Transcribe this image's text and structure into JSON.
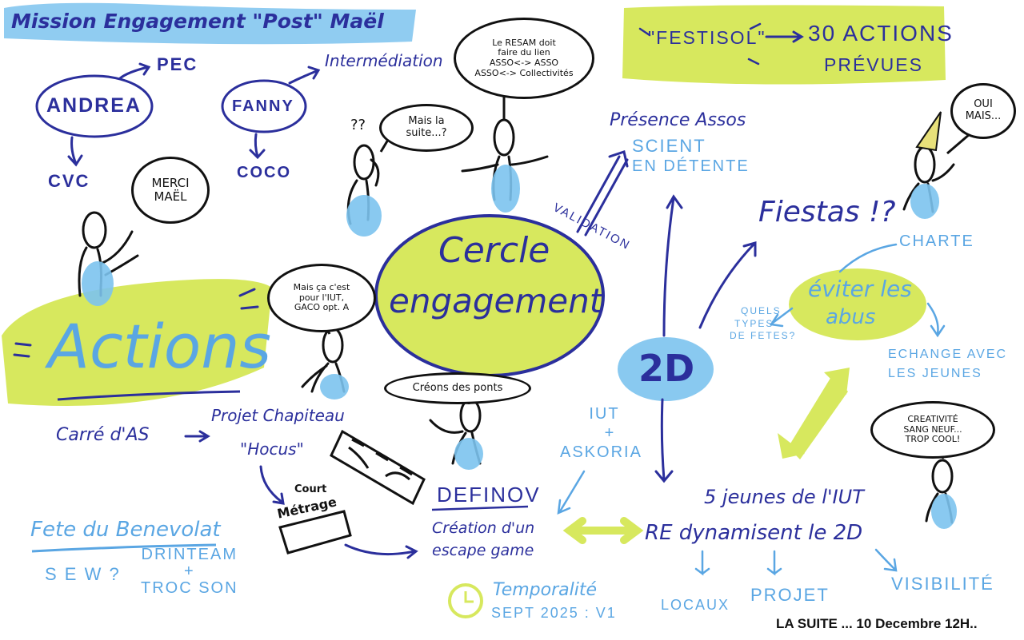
{
  "title": "Mission Engagement \"Post\" Maël",
  "people": {
    "andrea": "ANDREA",
    "andrea_up": "PEC",
    "andrea_down": "CVC",
    "fanny": "FANNY",
    "fanny_up": "Intermédiation",
    "fanny_down": "COCO"
  },
  "bubbles": {
    "merci": [
      "MERCI",
      "MAËL"
    ],
    "resam": [
      "Le RESAM doit",
      "faire du lien",
      "ASSO<-> ASSO",
      "ASSO<-> Collectivités"
    ],
    "suite": [
      "Mais la",
      "suite...?"
    ],
    "iut": [
      "Mais ça c'est",
      "pour l'IUT,",
      "GACO opt. A"
    ],
    "ponts": "Créons des ponts",
    "oui": [
      "OUI",
      "MAIS..."
    ],
    "creativite": [
      "CREATIVITÉ",
      "SANG NEUF...",
      "TROP COOL!"
    ]
  },
  "question_marks": "??",
  "festisol": {
    "label": "\"FESTISOL\"",
    "result_line1": "30 ACTIONS",
    "result_line2": "PRÉVUES"
  },
  "center": {
    "line1": "Cercle",
    "line2": "engagement"
  },
  "validation": "VALIDATION",
  "presence": {
    "line1": "Présence Assos",
    "line2": "SCIENT",
    "line3": "EN DÉTENTE"
  },
  "fiestas": "Fiestas !?",
  "charte": "CHARTE",
  "abus": [
    "éviter les",
    "abus"
  ],
  "quels_types": [
    "QUELS",
    "TYPES",
    "DE FETES?"
  ],
  "echange": [
    "ECHANGE AVEC",
    "LES JEUNES"
  ],
  "two_d": "2D",
  "actions": "Actions",
  "carre": "Carré d'AS",
  "chapiteau": [
    "Projet Chapiteau",
    "\"Hocus\""
  ],
  "court_metrage": [
    "Court",
    "Métrage"
  ],
  "iut_askoria": [
    "IUT",
    "+",
    "ASKORIA"
  ],
  "definov": "DEFINOV",
  "escape": [
    "Création d'un",
    "escape game"
  ],
  "jeunes": "5 jeunes de l'IUT",
  "redynamisent": "RE dynamisent le 2D",
  "locaux": "LOCAUX",
  "projet": "PROJET",
  "visibilite": "VISIBILITÉ",
  "temporalite": [
    "Temporalité",
    "SEPT 2025 : V1"
  ],
  "benevolat": "Fete du Benevolat",
  "sew": "S E W ?",
  "drinteam": [
    "DRINTEAM",
    "+",
    "TROC SON"
  ],
  "la_suite": "LA SUITE ... 10 Decembre 12H..",
  "colors": {
    "navy": "#2b2f9c",
    "light_blue": "#5aa6e3",
    "highlight_blue": "#7cc3ee",
    "highlight_yellow": "#d7e85e",
    "ink": "#111111"
  }
}
